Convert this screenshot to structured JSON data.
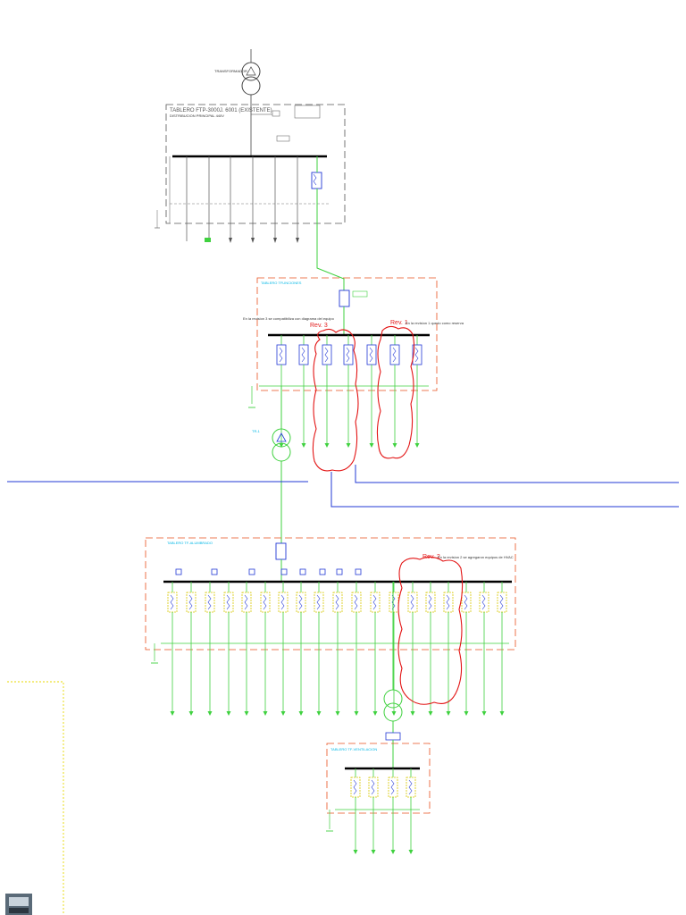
{
  "diagram": {
    "transformer_label": "TRANSFORMADOR",
    "main_board_title": "TABLERO FTP-3000J. 6001 (EXISTENTE)",
    "main_board_subtitle": "DISTRIBUCION PRINCIPAL 440V",
    "board2_title": "TABLERO TFUNCIONES",
    "board3_title": "TABLERO TF-ALUMBRADO",
    "board4_title": "TABLERO TF-VENTILACION",
    "tx1_label": "TR-1",
    "rev1": {
      "tag": "Rev. 1",
      "note": "En la revision 1 quedo como reserva"
    },
    "rev2": {
      "tag": "Rev. 2",
      "note": "En la revision 2 se agregaron equipos de HVAC"
    },
    "rev3": {
      "tag": "Rev. 3",
      "note": "En la revision 3 se compatibiliza con diagrama del equipo"
    },
    "colors": {
      "line_green": "#3fd13f",
      "line_blue": "#2238d6",
      "dashed_orange": "#e8501e",
      "dashed_gray": "#666666",
      "revision_cloud": "#e31414",
      "text_cyan": "#00b7e6",
      "text_yellow": "#d8c800",
      "busbar": "#000000"
    }
  }
}
